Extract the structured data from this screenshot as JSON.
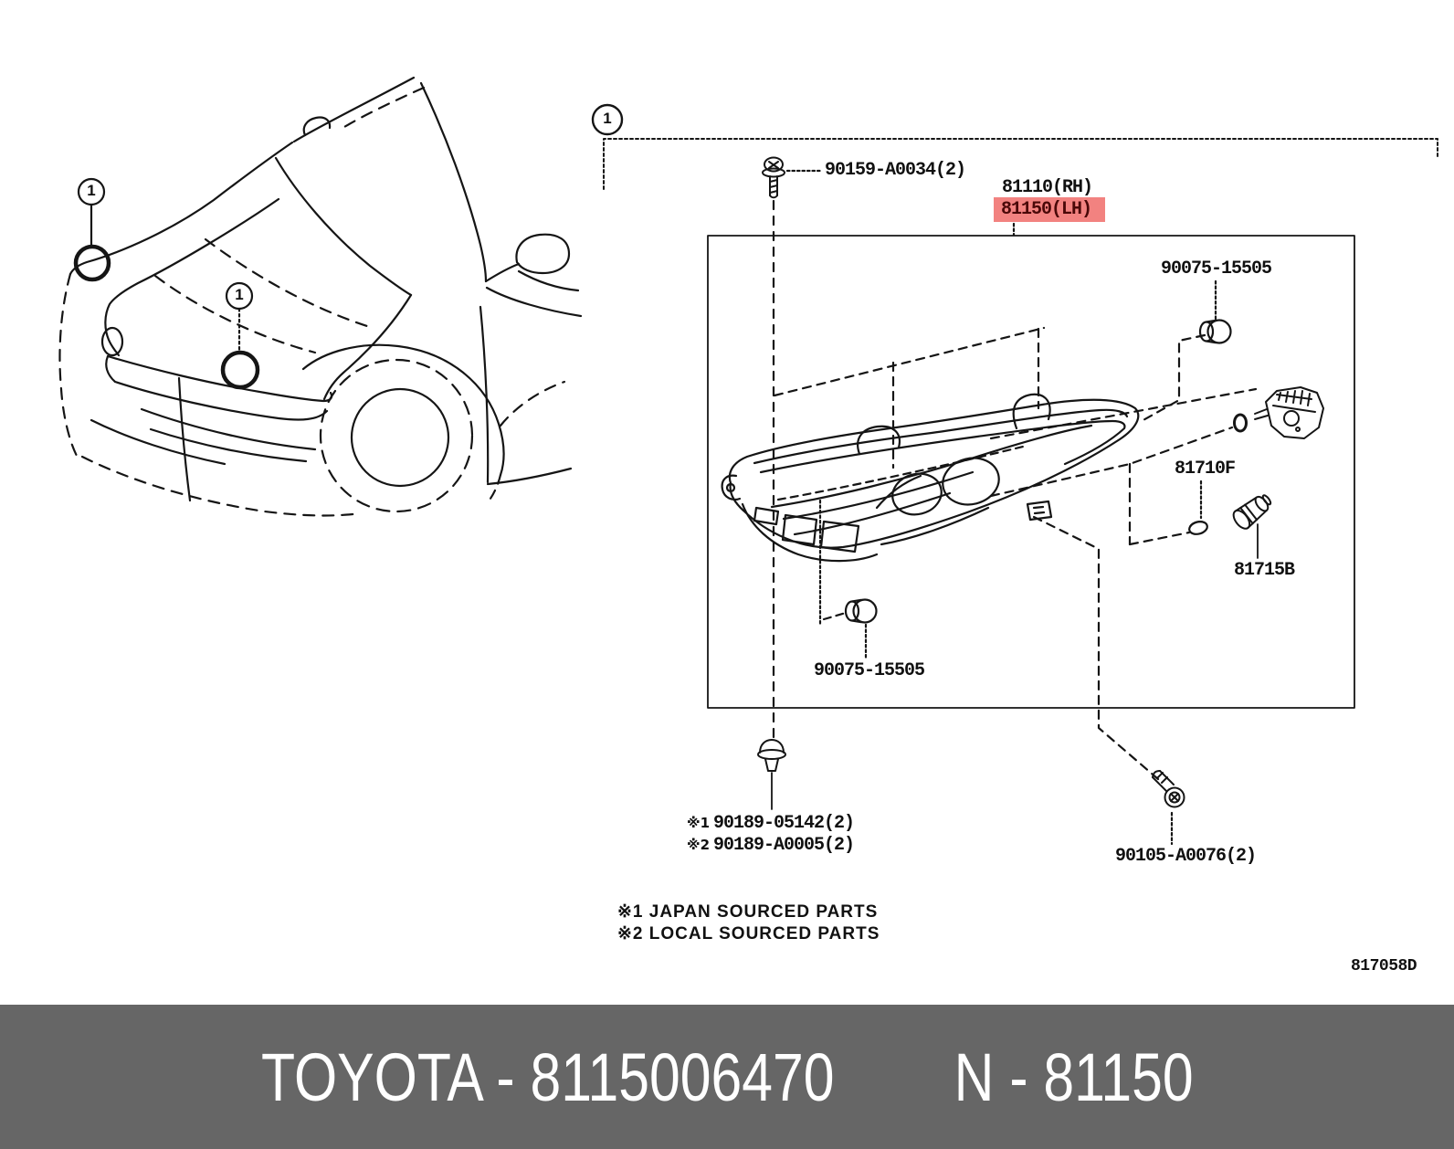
{
  "callout": {
    "number": "1"
  },
  "labels": {
    "screw_top": "90159-A0034(2)",
    "lamp_rh": "81110(RH)",
    "lamp_lh": "81150(LH)",
    "grommet_top": "90075-15505",
    "cap": "81710F",
    "bulb": "81715B",
    "grommet_bottom": "90075-15505",
    "clip_row1_prefix": "※1",
    "clip_row1": "90189-05142(2)",
    "clip_row2_prefix": "※2",
    "clip_row2": "90189-A0005(2)",
    "screw_bottom": "90105-A0076(2)"
  },
  "notes": {
    "note1": "※1 JAPAN SOURCED PARTS",
    "note2": "※2 LOCAL SOURCED PARTS"
  },
  "diagram_code": "817058D",
  "highlight": {
    "bg": "#F28280",
    "text_color": "#4A0808"
  },
  "footer": {
    "left": "TOYOTA - 8115006470",
    "right": "N - 81150",
    "bg": "#666666",
    "text_color": "#ffffff"
  }
}
